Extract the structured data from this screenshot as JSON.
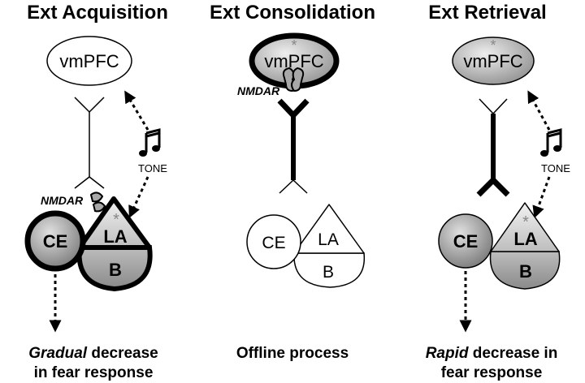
{
  "panels": [
    {
      "title": "Ext Acquisition",
      "region_label": "vmPFC",
      "receptor_label": "NMDAR",
      "stimulus_label": "TONE",
      "nuclei": {
        "ce": "CE",
        "la": "LA",
        "b": "B"
      },
      "caption_emphasis": "Gradual",
      "caption_rest": " decrease",
      "caption_line2": "in fear response"
    },
    {
      "title": "Ext Consolidation",
      "region_label": "vmPFC",
      "receptor_label": "NMDAR",
      "nuclei": {
        "ce": "CE",
        "la": "LA",
        "b": "B"
      },
      "caption_line1": "Offline process"
    },
    {
      "title": "Ext Retrieval",
      "region_label": "vmPFC",
      "stimulus_label": "TONE",
      "nuclei": {
        "ce": "CE",
        "la": "LA",
        "b": "B"
      },
      "caption_emphasis": "Rapid",
      "caption_rest": " decrease in",
      "caption_line2": "fear response"
    }
  ],
  "colors": {
    "activated_fill": "#9a9a9a",
    "activated_light": "#d8d8d8",
    "inactive_fill": "#ffffff",
    "asterisk": "#888888"
  },
  "icons": [
    "music-note-icon",
    "asterisk-icon",
    "receptor-icon",
    "neuron-icon",
    "dotted-arrow-icon"
  ]
}
